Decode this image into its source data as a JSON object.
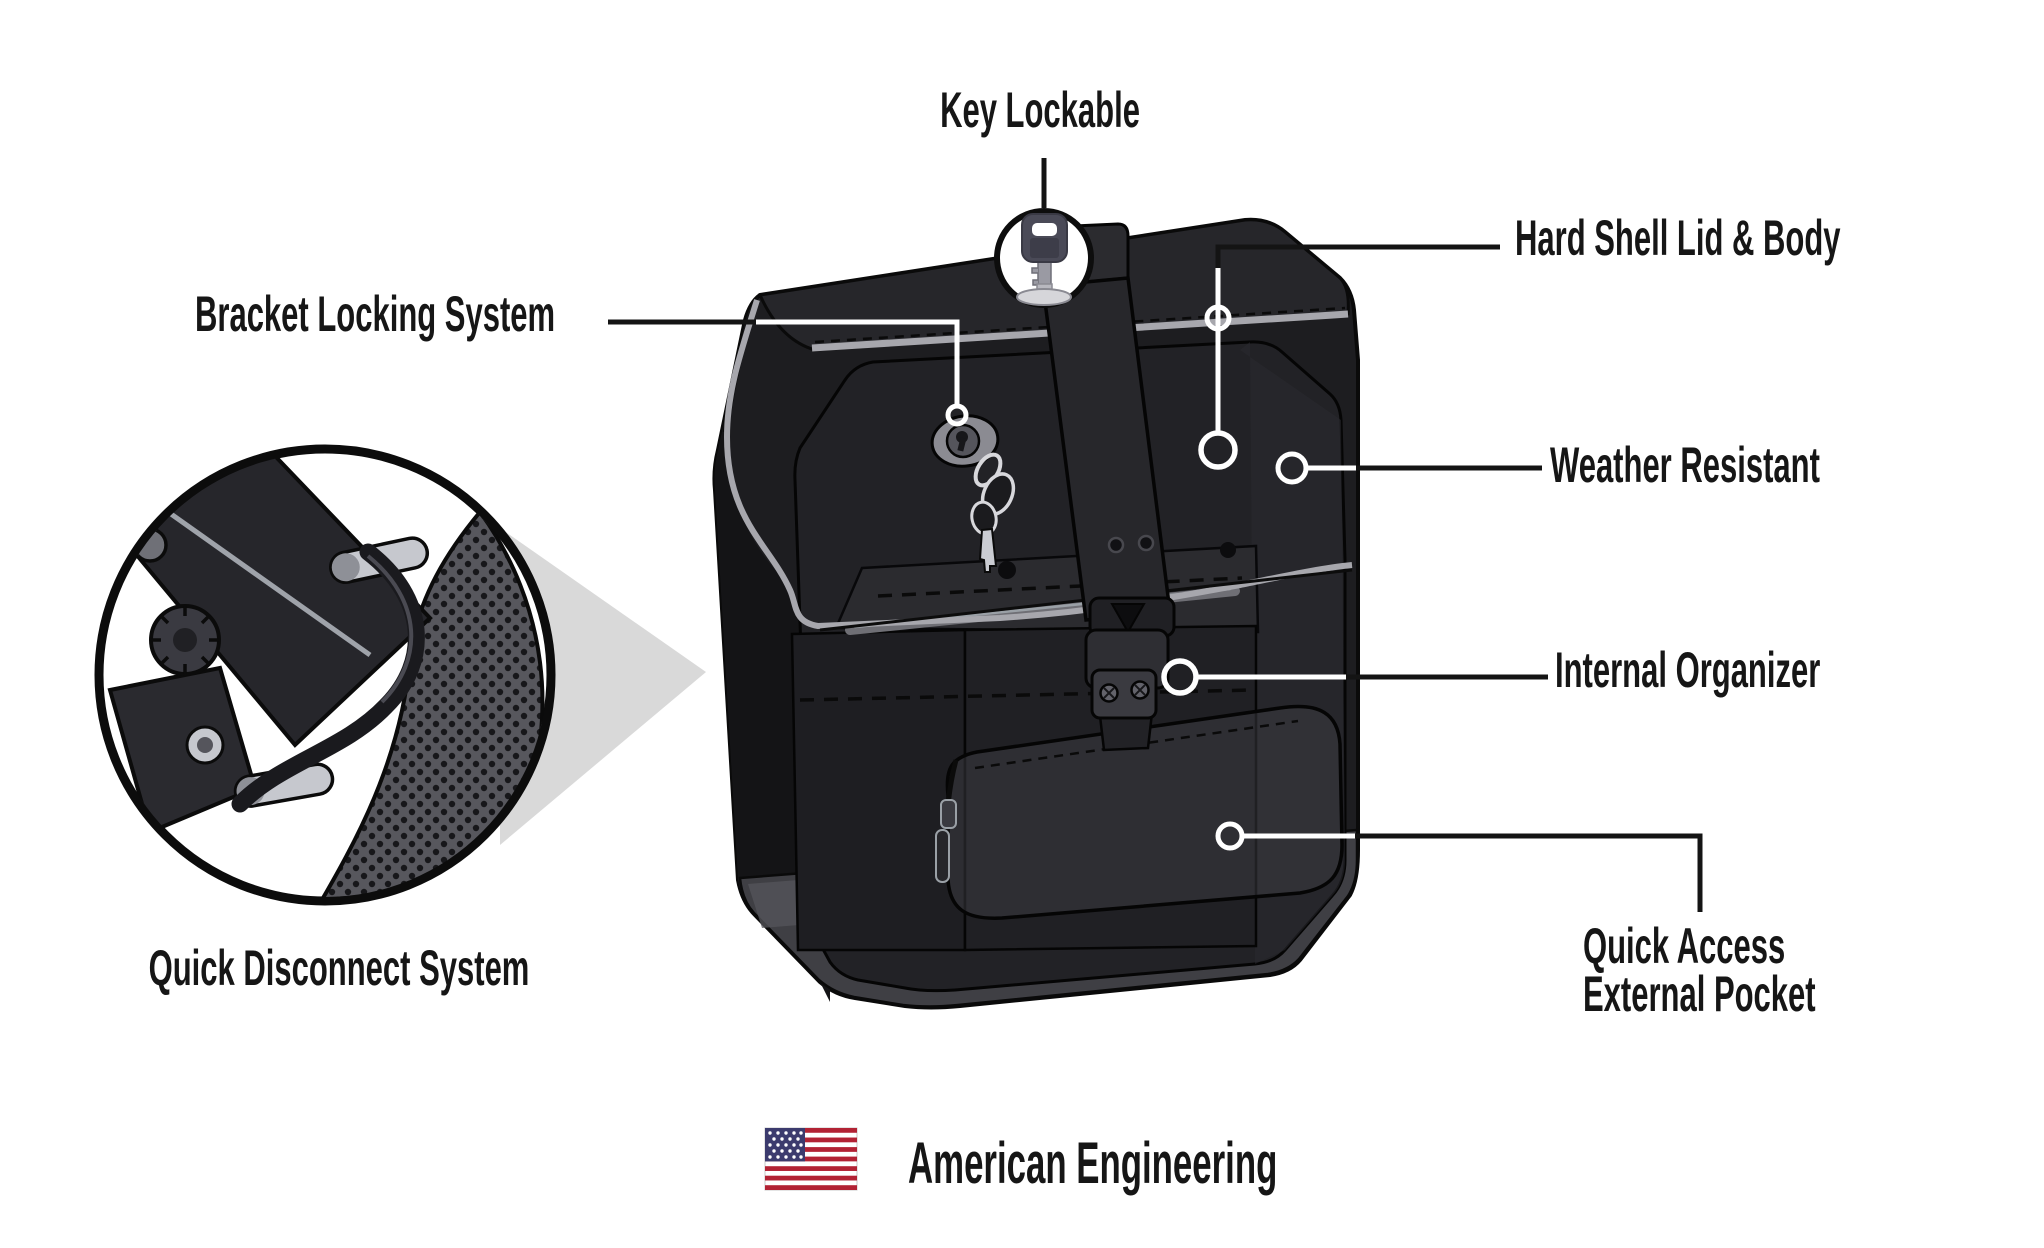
{
  "callouts": {
    "key_lockable": "Key Lockable",
    "bracket_locking": "Bracket Locking System",
    "hard_shell": "Hard Shell Lid & Body",
    "weather_resistant": "Weather Resistant",
    "internal_organizer": "Internal Organizer",
    "quick_access_line1": "Quick Access",
    "quick_access_line2": "External Pocket",
    "quick_disconnect": "Quick Disconnect System"
  },
  "footer": {
    "label": "American Engineering"
  },
  "icons": {
    "badge": "key-icon",
    "lock": "keyhole-icon",
    "flag": "us-flag-icon",
    "markers": "circle-marker-icon"
  },
  "colors": {
    "background": "#ffffff",
    "label_text": "#161616",
    "callout_line_dark": "#141414",
    "callout_line_light": "#ffffff",
    "bag_body": "#1d1d20",
    "bag_top": "#26262a",
    "bag_inner_panel": "#222226",
    "piping_gray": "#a7a7ad",
    "bottom_band": "#47474c",
    "zoom_triangle": "#d9d9d9",
    "flag_red": "#B22234",
    "flag_blue": "#3C3B6E",
    "key_head": "#4a4a57"
  }
}
